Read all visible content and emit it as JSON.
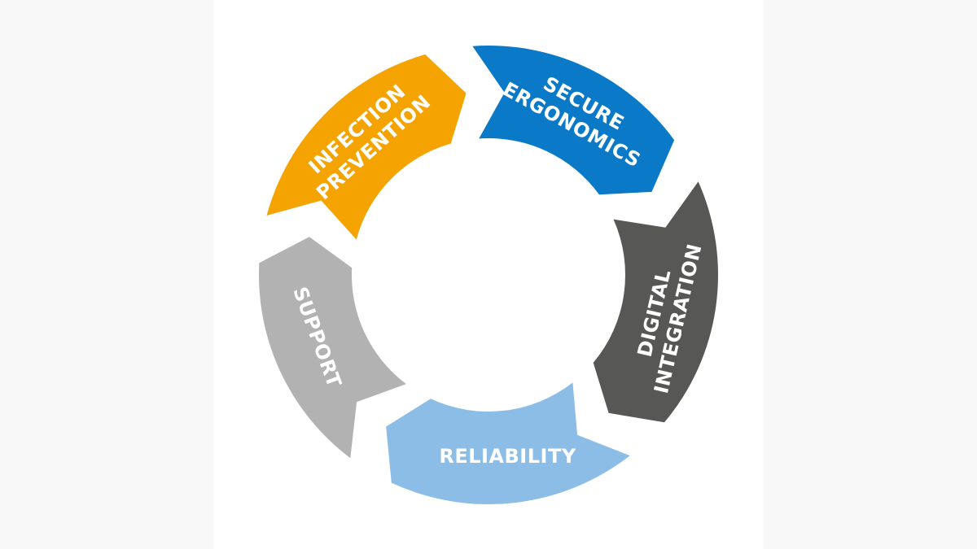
{
  "diagram": {
    "segments": [
      {
        "id": "infection-prevention",
        "lines": [
          "INFECTION",
          "PREVENTION"
        ],
        "color": "#f4a300"
      },
      {
        "id": "secure-ergonomics",
        "lines": [
          "SECURE",
          "ERGONOMICS"
        ],
        "color": "#0a7ac8"
      },
      {
        "id": "digital-integration",
        "lines": [
          "DIGITAL",
          "INTEGRATION"
        ],
        "color": "#575756"
      },
      {
        "id": "reliability",
        "lines": [
          "RELIABILITY"
        ],
        "color": "#8cbde6"
      },
      {
        "id": "support",
        "lines": [
          "SUPPORT"
        ],
        "color": "#b2b2b2"
      }
    ]
  }
}
